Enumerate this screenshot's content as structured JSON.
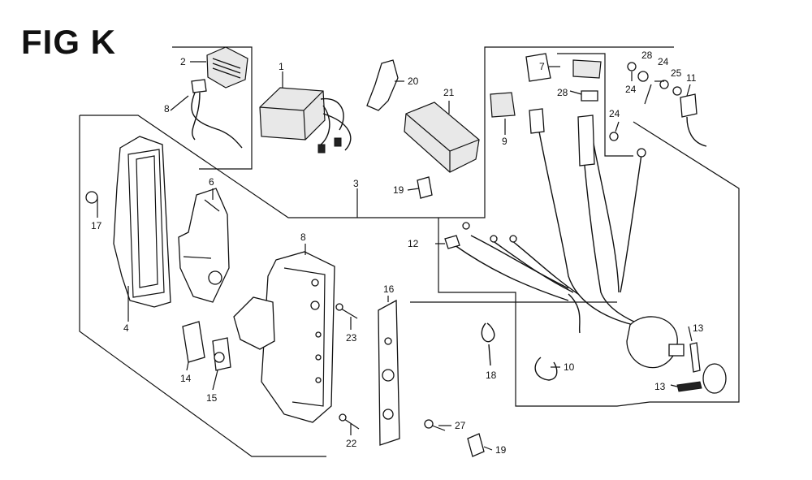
{
  "figure": {
    "title": "FIG K"
  },
  "parts": [
    {
      "id": "p1",
      "number": "1"
    },
    {
      "id": "p2",
      "number": "2"
    },
    {
      "id": "p3",
      "number": "3"
    },
    {
      "id": "p4",
      "number": "4"
    },
    {
      "id": "p6",
      "number": "6"
    },
    {
      "id": "p7",
      "number": "7"
    },
    {
      "id": "p8a",
      "number": "8"
    },
    {
      "id": "p8b",
      "number": "8"
    },
    {
      "id": "p9",
      "number": "9"
    },
    {
      "id": "p10",
      "number": "10"
    },
    {
      "id": "p11",
      "number": "11"
    },
    {
      "id": "p12",
      "number": "12"
    },
    {
      "id": "p13a",
      "number": "13"
    },
    {
      "id": "p13b",
      "number": "13"
    },
    {
      "id": "p14",
      "number": "14"
    },
    {
      "id": "p15",
      "number": "15"
    },
    {
      "id": "p16",
      "number": "16"
    },
    {
      "id": "p17",
      "number": "17"
    },
    {
      "id": "p18",
      "number": "18"
    },
    {
      "id": "p19a",
      "number": "19"
    },
    {
      "id": "p19b",
      "number": "19"
    },
    {
      "id": "p20",
      "number": "20"
    },
    {
      "id": "p21",
      "number": "21"
    },
    {
      "id": "p22",
      "number": "22"
    },
    {
      "id": "p23",
      "number": "23"
    },
    {
      "id": "p24a",
      "number": "24"
    },
    {
      "id": "p24b",
      "number": "24"
    },
    {
      "id": "p24c",
      "number": "24"
    },
    {
      "id": "p25",
      "number": "25"
    },
    {
      "id": "p27",
      "number": "27"
    },
    {
      "id": "p28a",
      "number": "28"
    },
    {
      "id": "p28b",
      "number": "28"
    }
  ]
}
